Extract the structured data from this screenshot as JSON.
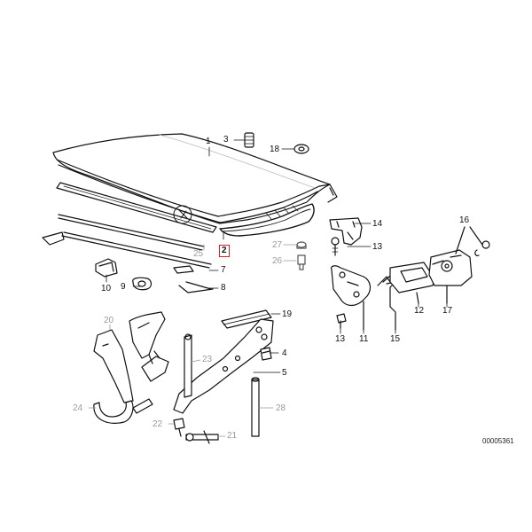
{
  "diagram": {
    "drawing_code": "00005361",
    "highlight_color": "#d31f2a",
    "line_color": "#111111",
    "muted_color": "#9a9a9a",
    "callouts": [
      {
        "id": "p1",
        "text": "1",
        "muted": false,
        "highlighted": false
      },
      {
        "id": "p2",
        "text": "2",
        "muted": false,
        "highlighted": true
      },
      {
        "id": "p3",
        "text": "3",
        "muted": false,
        "highlighted": false
      },
      {
        "id": "p4",
        "text": "4",
        "muted": false,
        "highlighted": false
      },
      {
        "id": "p5",
        "text": "5",
        "muted": false,
        "highlighted": false
      },
      {
        "id": "p7",
        "text": "7",
        "muted": false,
        "highlighted": false
      },
      {
        "id": "p8",
        "text": "8",
        "muted": false,
        "highlighted": false
      },
      {
        "id": "p9",
        "text": "9",
        "muted": false,
        "highlighted": false
      },
      {
        "id": "p10",
        "text": "10",
        "muted": false,
        "highlighted": false
      },
      {
        "id": "p11",
        "text": "11",
        "muted": false,
        "highlighted": false
      },
      {
        "id": "p12",
        "text": "12",
        "muted": false,
        "highlighted": false
      },
      {
        "id": "p13a",
        "text": "13",
        "muted": false,
        "highlighted": false
      },
      {
        "id": "p13b",
        "text": "13",
        "muted": false,
        "highlighted": false
      },
      {
        "id": "p14",
        "text": "14",
        "muted": false,
        "highlighted": false
      },
      {
        "id": "p15",
        "text": "15",
        "muted": false,
        "highlighted": false
      },
      {
        "id": "p16",
        "text": "16",
        "muted": false,
        "highlighted": false
      },
      {
        "id": "p17",
        "text": "17",
        "muted": false,
        "highlighted": false
      },
      {
        "id": "p18",
        "text": "18",
        "muted": false,
        "highlighted": false
      },
      {
        "id": "p19",
        "text": "19",
        "muted": false,
        "highlighted": false
      },
      {
        "id": "p20",
        "text": "20",
        "muted": true,
        "highlighted": false
      },
      {
        "id": "p21",
        "text": "21",
        "muted": true,
        "highlighted": false
      },
      {
        "id": "p22",
        "text": "22",
        "muted": true,
        "highlighted": false
      },
      {
        "id": "p23",
        "text": "23",
        "muted": true,
        "highlighted": false
      },
      {
        "id": "p24",
        "text": "24",
        "muted": true,
        "highlighted": false
      },
      {
        "id": "p25",
        "text": "25",
        "muted": true,
        "highlighted": false
      },
      {
        "id": "p26",
        "text": "26",
        "muted": true,
        "highlighted": false
      },
      {
        "id": "p27",
        "text": "27",
        "muted": true,
        "highlighted": false
      },
      {
        "id": "p28",
        "text": "28",
        "muted": true,
        "highlighted": false
      }
    ]
  }
}
